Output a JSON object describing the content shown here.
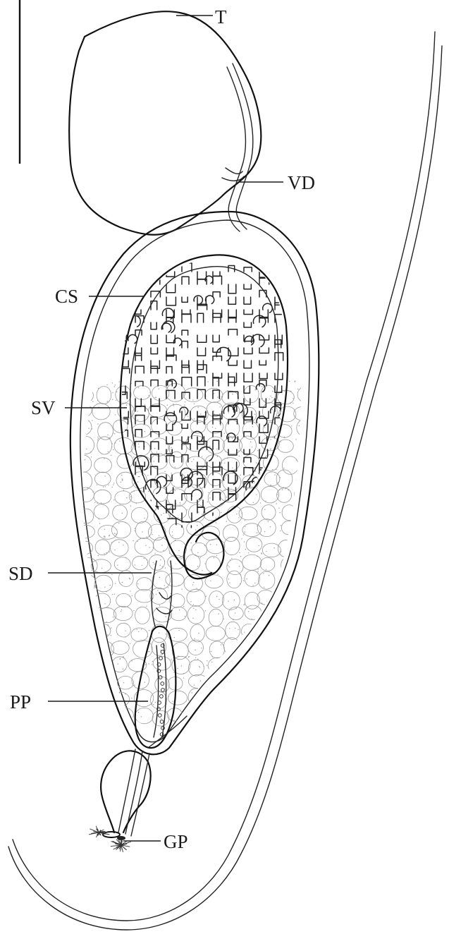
{
  "labels": {
    "t": "T",
    "vd": "VD",
    "cs": "CS",
    "sv": "SV",
    "sd": "SD",
    "pp": "PP",
    "gp": "GP"
  },
  "colors": {
    "ink": "#1a1a1a",
    "stipple": "#9a9a9a",
    "background": "#ffffff"
  }
}
